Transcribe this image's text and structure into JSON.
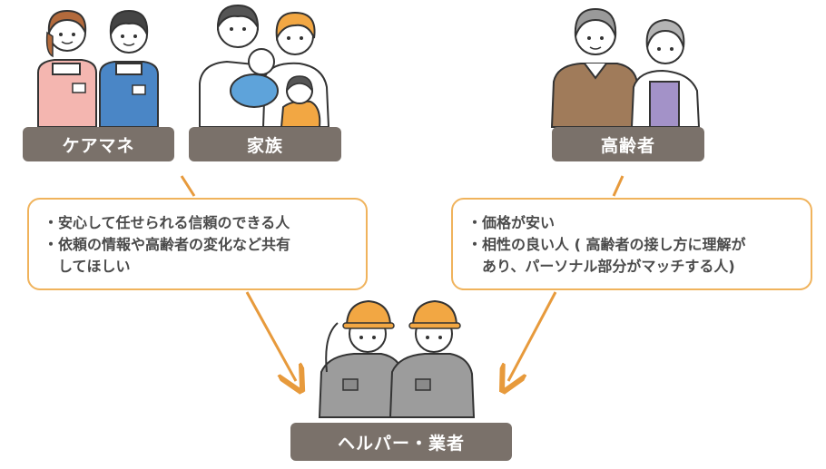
{
  "labels": {
    "care_manager": "ケアマネ",
    "family": "家族",
    "elderly": "高齢者",
    "helper": "ヘルパー・業者"
  },
  "left_note": {
    "line1": "安心して任せられる信頼のできる人",
    "line2": "依頼の情報や高齢者の変化など共有",
    "line3": "してほしい"
  },
  "right_note": {
    "line1": "価格が安い",
    "line2": "相性の良い人 ( 高齢者の接し方に理解が",
    "line3": "あり、パーソナル部分がマッチする人)"
  },
  "bullet": "・",
  "colors": {
    "label_bg": "#7a716a",
    "note_border": "#f0b35c",
    "arrow": "#e79a3c",
    "text": "#4a4a4a"
  }
}
